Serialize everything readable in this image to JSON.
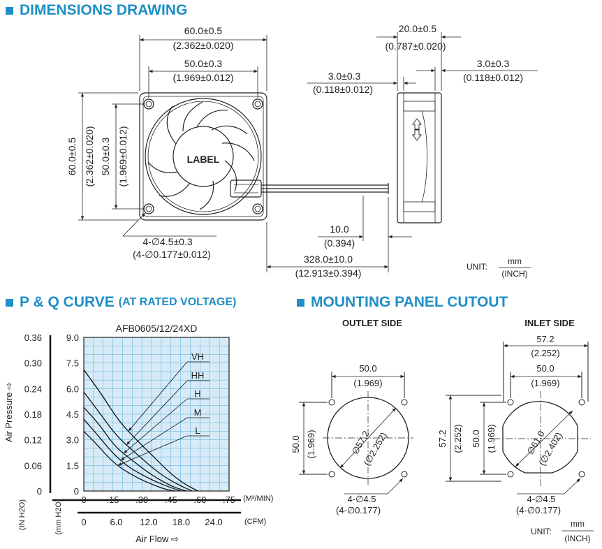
{
  "sections": {
    "dimensions": "DIMENSIONS DRAWING",
    "pq": "P & Q CURVE",
    "pq_note": "(AT RATED VOLTAGE)",
    "mount": "MOUNTING PANEL CUTOUT"
  },
  "accent_color": "#1f8fc6",
  "dims": {
    "w60": "60.0±0.5",
    "w60_in": "(2.362±0.020)",
    "w50": "50.0±0.3",
    "w50_in": "(1.969±0.012)",
    "h60": "60.0±0.5",
    "h60_in": "(2.362±0.020)",
    "h50": "50.0±0.3",
    "h50_in": "(1.969±0.012)",
    "label": "LABEL",
    "holes": "4-∅4.5±0.3",
    "holes_in": "(4-∅0.177±0.012)",
    "depth": "20.0±0.5",
    "depth_in": "(0.787±0.020)",
    "flange_l": "3.0±0.3",
    "flange_l_in": "(0.118±0.012)",
    "flange_r": "3.0±0.3",
    "flange_r_in": "(0.118±0.012)",
    "strip": "10.0",
    "strip_in": "(0.394)",
    "lead": "328.0±10.0",
    "lead_in": "(12.913±0.394)",
    "unit_label": "UNIT:",
    "unit_mm": "mm",
    "unit_inch": "(INCH)"
  },
  "chart_data": {
    "type": "line",
    "title": "AFB0605/12/24XD",
    "x_m3min": {
      "ticks": [
        "0",
        ".15",
        ".30",
        ".45",
        ".60",
        ".75"
      ],
      "unit": "(M³/MIN)",
      "range": [
        0,
        0.75
      ]
    },
    "x_cfm": {
      "ticks": [
        "0",
        "6.0",
        "12.0",
        "18.0",
        "24.0"
      ],
      "unit": "(CFM)"
    },
    "y_mmh2o": {
      "ticks": [
        "9.0",
        "7.5",
        "6.0",
        "4.5",
        "3.0",
        "1.5",
        "0"
      ],
      "unit": "(mm H2O)",
      "range": [
        0,
        9
      ]
    },
    "y_inh2o": {
      "ticks": [
        "0.36",
        "0.30",
        "0.24",
        "0.18",
        "0.12",
        "0.06",
        "0"
      ],
      "unit": "(IN H2O)"
    },
    "ylabel": "Air Pressure ⇨",
    "xlabel": "Air Flow ⇨",
    "grid": true,
    "series": [
      {
        "name": "VH",
        "x": [
          0,
          0.09,
          0.18,
          0.28,
          0.37,
          0.44,
          0.52,
          0.59
        ],
        "y": [
          7.1,
          5.7,
          4.1,
          2.9,
          1.9,
          1.1,
          0.4,
          0
        ]
      },
      {
        "name": "HH",
        "x": [
          0,
          0.08,
          0.17,
          0.27,
          0.35,
          0.42,
          0.5,
          0.56
        ],
        "y": [
          5.8,
          4.6,
          3.2,
          2.2,
          1.4,
          0.8,
          0.3,
          0
        ]
      },
      {
        "name": "H",
        "x": [
          0,
          0.08,
          0.16,
          0.25,
          0.33,
          0.4,
          0.47,
          0.53
        ],
        "y": [
          4.9,
          3.9,
          2.6,
          1.8,
          1.1,
          0.6,
          0.2,
          0
        ]
      },
      {
        "name": "M",
        "x": [
          0,
          0.07,
          0.15,
          0.23,
          0.31,
          0.38,
          0.45,
          0.5
        ],
        "y": [
          4.2,
          3.3,
          2.2,
          1.4,
          0.9,
          0.5,
          0.2,
          0
        ]
      },
      {
        "name": "L",
        "x": [
          0,
          0.07,
          0.14,
          0.21,
          0.29,
          0.35,
          0.42,
          0.47
        ],
        "y": [
          3.5,
          2.7,
          1.8,
          1.2,
          0.7,
          0.4,
          0.1,
          0
        ]
      }
    ]
  },
  "mount": {
    "outlet_title": "OUTLET SIDE",
    "inlet_title": "INLET SIDE",
    "out_w": "50.0",
    "out_w_in": "(1.969)",
    "out_h": "50.0",
    "out_h_in": "(1.969)",
    "out_dia": "∅57.2",
    "out_dia_in": "(∅2.252)",
    "out_holes": "4-∅4.5",
    "out_holes_in": "(4-∅0.177)",
    "in_ow": "57.2",
    "in_ow_in": "(2.252)",
    "in_w": "50.0",
    "in_w_in": "(1.969)",
    "in_oh": "57.2",
    "in_oh_in": "(2.252)",
    "in_h": "50.0",
    "in_h_in": "(1.969)",
    "in_dia": "∅61.0",
    "in_dia_in": "(∅2.402)",
    "in_holes": "4-∅4.5",
    "in_holes_in": "(4-∅0.177)",
    "unit_label": "UNIT:",
    "unit_mm": "mm",
    "unit_inch": "(INCH)"
  }
}
